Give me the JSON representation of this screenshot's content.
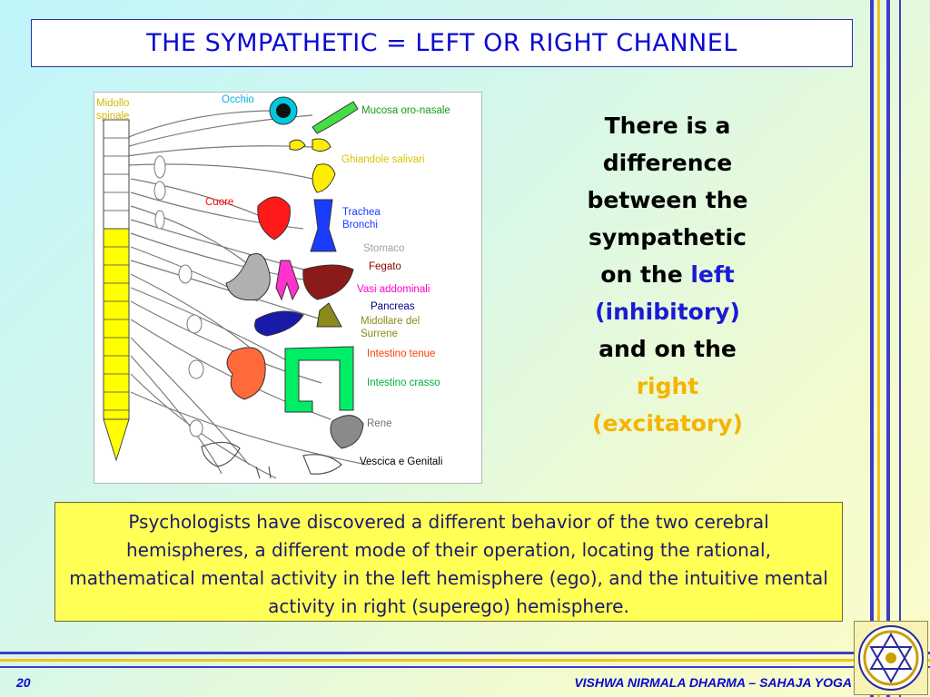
{
  "slide": {
    "title": "THE SYMPATHETIC = LEFT OR RIGHT CHANNEL",
    "side_text": {
      "line1": "There is a",
      "line2": "difference",
      "line3": "between the",
      "line4": "sympathetic",
      "line5_prefix": "on the ",
      "left_word": "left",
      "inhibitory": "(inhibitory)",
      "line7": "and on the",
      "right_word": "right",
      "excitatory": "(excitatory)"
    },
    "paragraph": "Psychologists have discovered a different behavior of the two cerebral hemispheres, a different mode of their operation, locating the rational, mathematical mental activity in the left hemisphere (ego), and the intuitive mental activity in right (superego) hemisphere.",
    "footer": {
      "page_number": "20",
      "brand": "VISHWA NIRMALA DHARMA – SAHAJA YOGA"
    }
  },
  "diagram": {
    "labels": {
      "midollo": "Midollo",
      "spinale": "spinale",
      "occhio": "Occhio",
      "mucosa": "Mucosa oro-nasale",
      "ghiandole": "Ghiandole salivari",
      "cuore": "Cuore",
      "trachea": "Trachea",
      "bronchi": "Bronchi",
      "stomaco": "Stomaco",
      "fegato": "Fegato",
      "vasi": "Vasi addominali",
      "pancreas": "Pancreas",
      "midollare": "Midollare del",
      "surrene": "Surrene",
      "tenue": "Intestino tenue",
      "crasso": "Intestino crasso",
      "rene": "Rene",
      "vescica": "Vescica e Genitali"
    },
    "colors": {
      "spine": "#ffff00",
      "eye": "#00c8e0",
      "mucosa": "#44dd44",
      "salivary": "#ffee00",
      "heart": "#ff1a1a",
      "trachea": "#1a3cff",
      "stomach": "#b0b0b0",
      "liver": "#8b1a1a",
      "vessels": "#ff33cc",
      "pancreas": "#1a1aaa",
      "adrenal": "#8a8a1a",
      "small_intestine": "#ff6a3a",
      "large_intestine": "#00ee66",
      "kidney": "#8a8a8a"
    }
  },
  "theme": {
    "title_color": "#0a0ad0",
    "accent_blue": "#1a1ad6",
    "accent_gold": "#f5b400",
    "paragraph_bg": "#ffff55"
  },
  "logo": {
    "icon": "sahaja-yoga-mandala-icon"
  }
}
